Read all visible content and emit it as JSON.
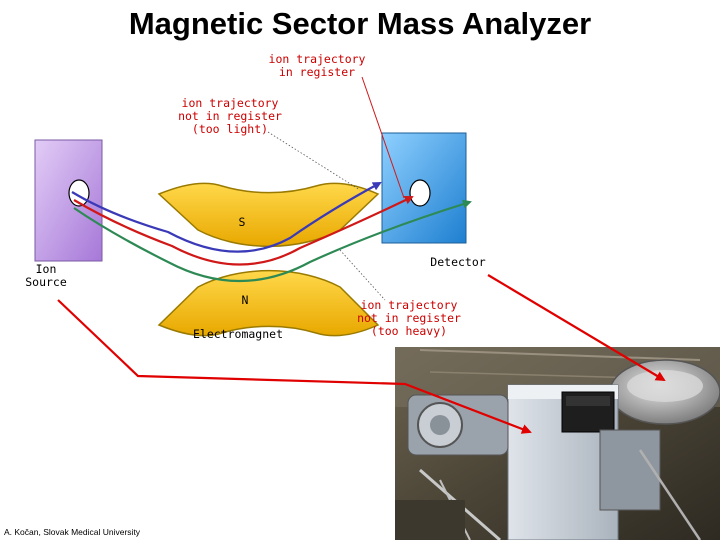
{
  "title": "Magnetic Sector Mass Analyzer",
  "labels": {
    "in_register": "ion trajectory\nin register",
    "too_light": "ion trajectory\nnot in register\n(too light)",
    "too_heavy": "ion trajectory\nnot in register\n(too heavy)",
    "source": "Ion\nSource",
    "detector": "Detector",
    "pole_s": "S",
    "pole_n": "N",
    "magnet": "Electromagnet"
  },
  "footer": "A. Kočan, Slovak Medical University",
  "colors": {
    "source_box": "#c8a2e8",
    "detector_box": "#4aa3e6",
    "magnet": "#f5c000",
    "trajectory_light": "#3a3ab8",
    "trajectory_register": "#d01818",
    "trajectory_heavy": "#2e8a55",
    "pointer": "#e00000"
  }
}
